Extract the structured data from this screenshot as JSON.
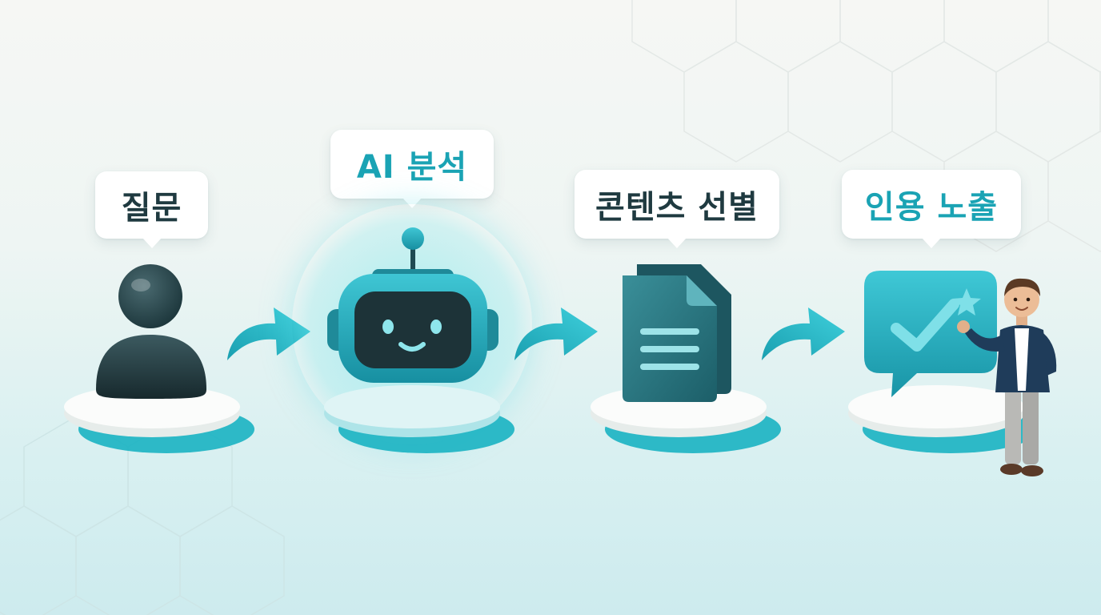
{
  "steps": [
    {
      "label": "질문",
      "icon": "user-icon",
      "label_color": "#1f3a40"
    },
    {
      "label": "AI 분석",
      "icon": "robot-icon",
      "label_color": "#1aa3b4"
    },
    {
      "label": "콘텐츠 선별",
      "icon": "documents-icon",
      "label_color": "#1f3a40"
    },
    {
      "label": "인용 노출",
      "icon": "chat-check-icon",
      "label_color": "#1aa3b4"
    }
  ],
  "connectors": [
    "arrow-right-icon",
    "arrow-right-icon",
    "arrow-right-icon"
  ],
  "colors": {
    "teal": "#1aa3b4",
    "dark_teal": "#1f4a52",
    "charcoal": "#1f3a40",
    "platform": "#f4f6f5",
    "shadow_teal": "#1ab3c2"
  },
  "presenter": "presenter-figure"
}
